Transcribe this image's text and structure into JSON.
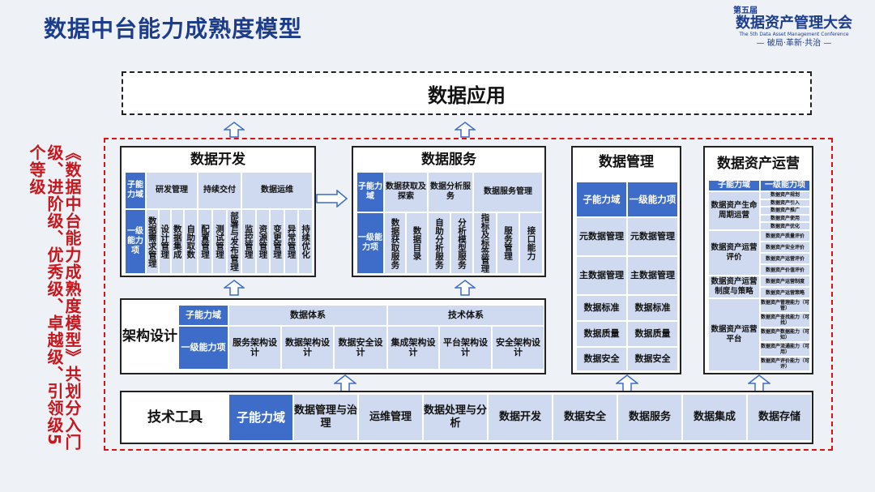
{
  "page_title": "数据中台能力成熟度模型",
  "logo": {
    "edition": "第五届",
    "name": "数据资产管理大会",
    "english": "The 5th Data Asset Management Conference",
    "slogan": "— 破局·革新·共治 —"
  },
  "side_text": "《数据中台能力成熟度模型》共划分入门级、进阶级、优秀级、卓越级、引领级5个等级",
  "app_layer": "数据应用",
  "dev": {
    "title": "数据开发",
    "sub_label": "子能力域",
    "lvl_label": "一级能力项",
    "groups": [
      "研发管理",
      "持续交付",
      "数据运维"
    ],
    "items": [
      "数据需求管理",
      "设计管理",
      "数据集成",
      "自助取数",
      "配置管理",
      "测试管理",
      "部署与发布管理",
      "监控管理",
      "资源管理",
      "变更管理",
      "异常管理",
      "持续优化"
    ]
  },
  "svc": {
    "title": "数据服务",
    "sub_label": "子能力域",
    "lvl_label": "一级能力项",
    "groups": [
      "数据获取及探索",
      "数据分析服务",
      "数据服务管理"
    ],
    "items": [
      "数据获取服务",
      "数据目录",
      "自助分析服务",
      "分析模型服务",
      "指标及标签管理",
      "服务管理",
      "接口能力"
    ]
  },
  "mgmt": {
    "title": "数据管理",
    "header": [
      "子能力域",
      "一级能力项"
    ],
    "rows": [
      [
        "元数据管理",
        "元数据管理"
      ],
      [
        "主数据管理",
        "主数据管理"
      ],
      [
        "数据标准",
        "数据标准"
      ],
      [
        "数据质量",
        "数据质量"
      ],
      [
        "数据安全",
        "数据安全"
      ]
    ]
  },
  "ops": {
    "title": "数据资产运营",
    "header": [
      "子能力域",
      "一级能力项"
    ],
    "groups": [
      {
        "name": "数据资产生命周期运营",
        "items": [
          "数据资产规划",
          "数据资产引入",
          "数据资产推广",
          "数据资产使用",
          "数据资产优化"
        ]
      },
      {
        "name": "数据资产运营评价",
        "items": [
          "数据资产质量评价",
          "数据资产安全评价",
          "数据资产运营评价",
          "数据资产价值评价"
        ]
      },
      {
        "name": "数据资产运营制度与策略",
        "items": [
          "数据资产运营制度",
          "数据资产运营策略"
        ]
      },
      {
        "name": "数据资产运营平台",
        "items": [
          "数据资产管理能力（可管）",
          "数据资产查找能力（可找）",
          "数据资产数据能力（可知）",
          "数据资产流通能力（可用）",
          "数据资产评价能力（可评）"
        ]
      }
    ]
  },
  "arch": {
    "title": "架构设计",
    "sub_label": "子能力域",
    "lvl_label": "一级能力项",
    "groups": [
      "数据体系",
      "技术体系"
    ],
    "items": [
      "服务架构设计",
      "数据架构设计",
      "数据安全设计",
      "集成架构设计",
      "平台架构设计",
      "安全架构设计"
    ]
  },
  "tools": {
    "title": "技术工具",
    "sub_label": "子能力域",
    "items": [
      "数据管理与治理",
      "运维管理",
      "数据处理与分析",
      "数据开发",
      "数据安全",
      "数据服务",
      "数据集成",
      "数据存储"
    ]
  },
  "colors": {
    "primary": "#3d6cc9",
    "light": "#cfd9ef",
    "frame_red": "#d11111",
    "title_blue": "#1c3c8c"
  }
}
